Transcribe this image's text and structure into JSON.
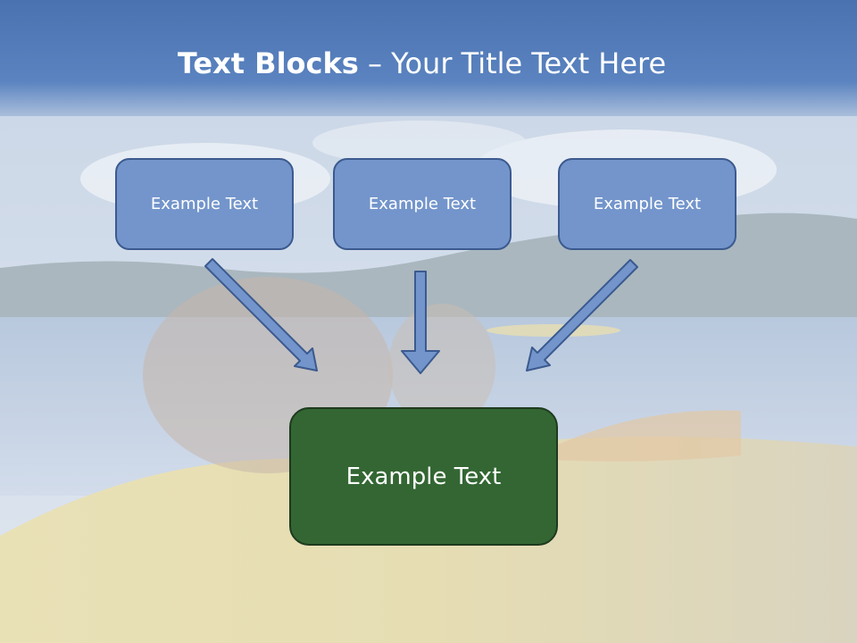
{
  "slide": {
    "title_bold": "Text Blocks",
    "title_rest": " – Your Title Text Here"
  },
  "boxes": [
    {
      "label": "Example Text"
    },
    {
      "label": "Example Text"
    },
    {
      "label": "Example Text"
    }
  ],
  "target_box": {
    "label": "Example Text"
  },
  "colors": {
    "title_band": "#5077b6",
    "small_box_fill": "#7395cb",
    "small_box_border": "#3b5a8f",
    "target_box_fill": "#336633",
    "arrow_fill": "#7395cb"
  }
}
